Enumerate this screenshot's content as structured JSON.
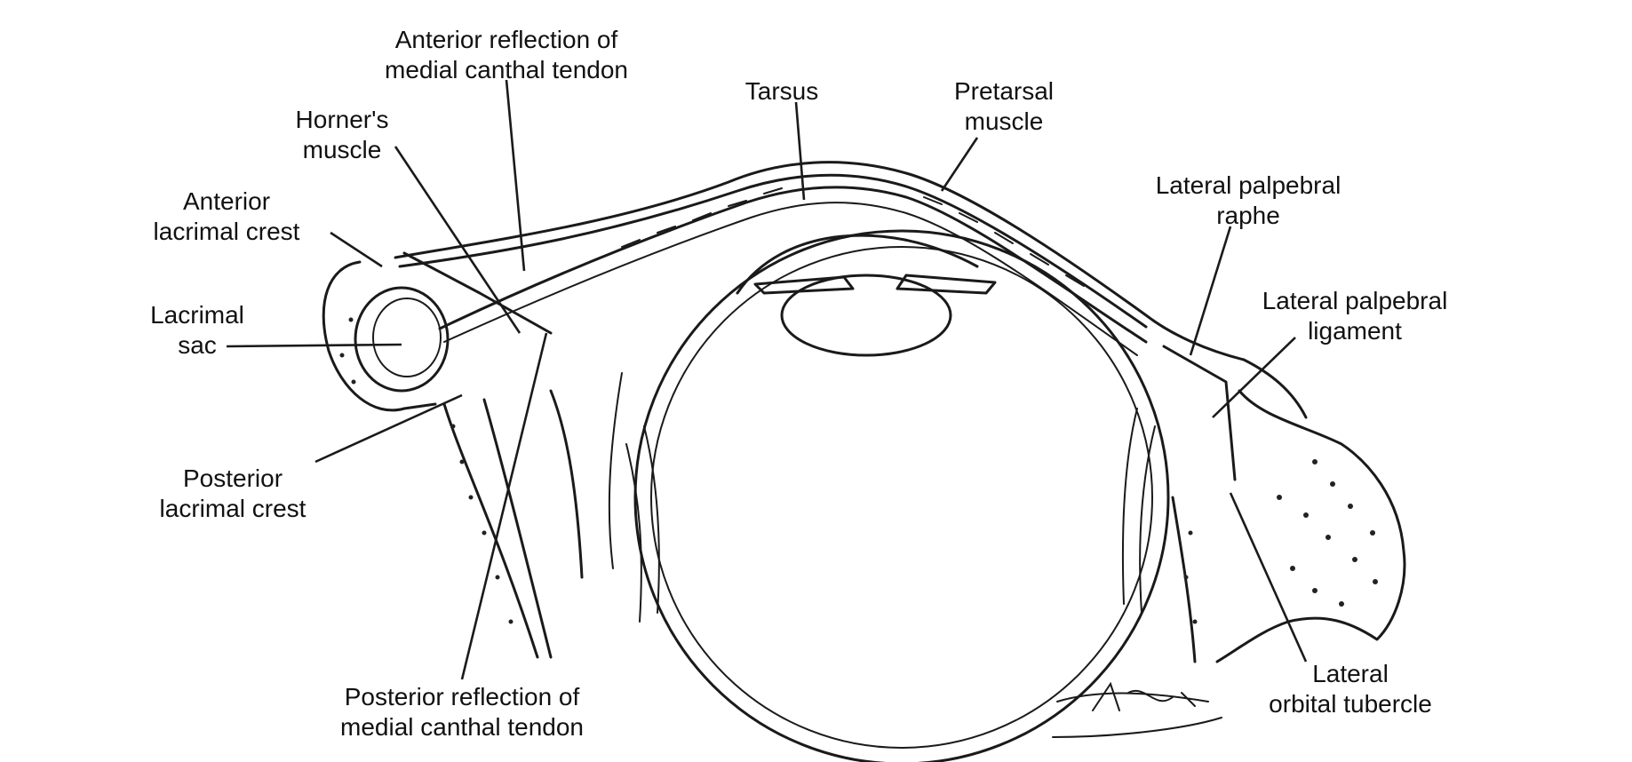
{
  "labels": {
    "anterior_reflection": [
      "Anterior reflection of",
      "medial canthal tendon"
    ],
    "horners_muscle": [
      "Horner's",
      "muscle"
    ],
    "anterior_lacrimal_crest": [
      "Anterior",
      "lacrimal crest"
    ],
    "lacrimal_sac": [
      "Lacrimal",
      "sac"
    ],
    "posterior_lacrimal_crest": [
      "Posterior",
      "lacrimal crest"
    ],
    "tarsus": [
      "Tarsus"
    ],
    "pretarsal_muscle": [
      "Pretarsal",
      "muscle"
    ],
    "lateral_palpebral_raphe": [
      "Lateral palpebral",
      "raphe"
    ],
    "lateral_palpebral_ligament": [
      "Lateral palpebral",
      "ligament"
    ],
    "posterior_reflection": [
      "Posterior reflection of",
      "medial canthal tendon"
    ],
    "lateral_orbital_tubercle": [
      "Lateral",
      "orbital tubercle"
    ]
  },
  "colors": {
    "ink": "#1a1a1a",
    "background": "#ffffff"
  }
}
